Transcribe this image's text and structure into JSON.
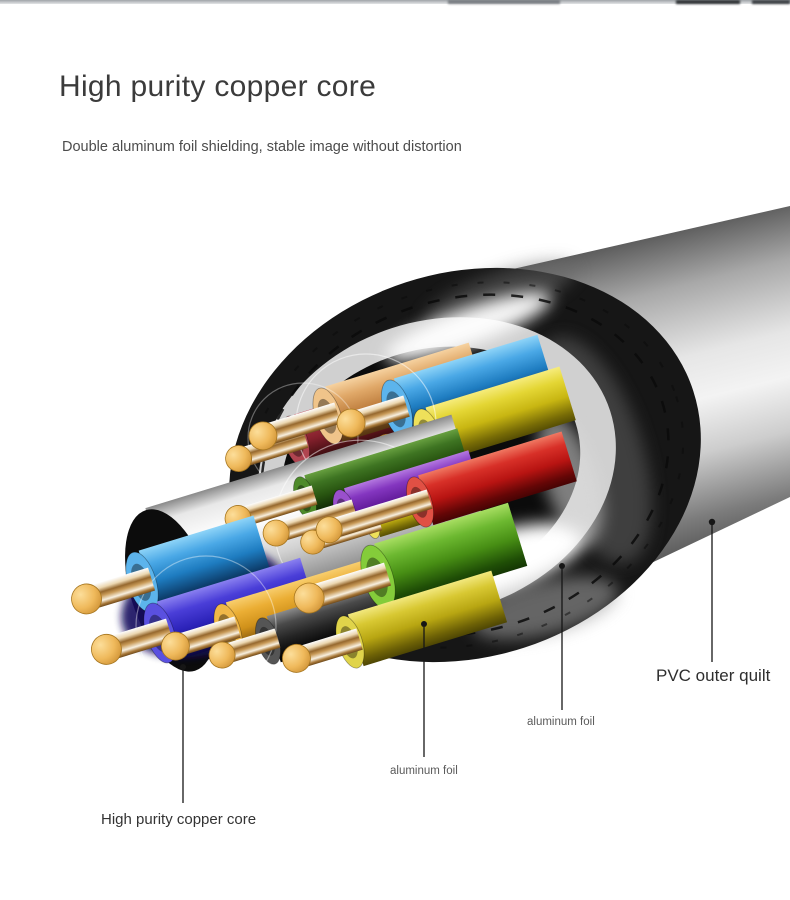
{
  "header": {
    "title": "High purity copper core",
    "subtitle": "Double aluminum foil shielding, stable image without distortion"
  },
  "diagram": {
    "annotations": [
      {
        "id": "pvc-outer-quilt",
        "label": "PVC outer quilt"
      },
      {
        "id": "aluminum-foil-outer",
        "label": "aluminum foil"
      },
      {
        "id": "aluminum-foil-inner",
        "label": "aluminum foil"
      },
      {
        "id": "high-purity-copper-core",
        "label": "High purity copper core"
      }
    ],
    "palette": {
      "pvc_jacket": "#161616",
      "cable_body_highlight": "#f3f3f3",
      "aluminum_foil": "#d8d8d8",
      "copper_gold": "#EFB95B",
      "wires": [
        {
          "name": "sky-blue",
          "hex": "#1E7CC0"
        },
        {
          "name": "navy-blue",
          "hex": "#2B22B8"
        },
        {
          "name": "amber",
          "hex": "#DC9A1E"
        },
        {
          "name": "black",
          "hex": "#222222"
        },
        {
          "name": "bright-green",
          "hex": "#4E9418"
        },
        {
          "name": "olive-yellow",
          "hex": "#C2B018"
        },
        {
          "name": "crimson",
          "hex": "#8E2430"
        },
        {
          "name": "tan",
          "hex": "#D08A4A"
        },
        {
          "name": "yellow",
          "hex": "#D8C515"
        },
        {
          "name": "dark-green",
          "hex": "#2A5C18"
        },
        {
          "name": "purple",
          "hex": "#6B1FA0"
        },
        {
          "name": "red",
          "hex": "#C01818"
        }
      ]
    }
  }
}
